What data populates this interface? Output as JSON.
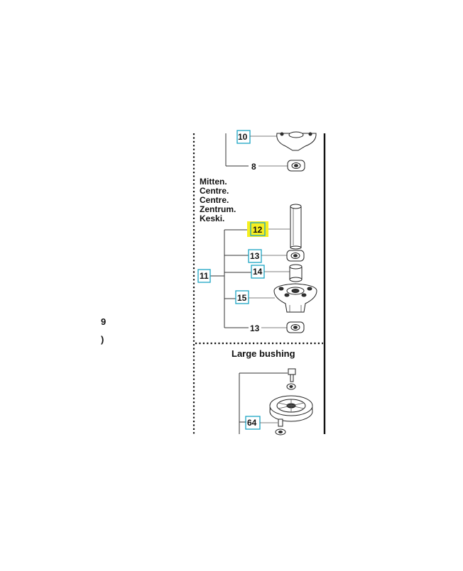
{
  "labels": {
    "ref_10": "10",
    "ref_8": "8",
    "ref_12": "12",
    "ref_13a": "13",
    "ref_14": "14",
    "ref_11": "11",
    "ref_15": "15",
    "ref_13b": "13",
    "ref_64": "64"
  },
  "centre_caption": [
    "Mitten.",
    "Centre.",
    "Centre.",
    "Zentrum.",
    "Keski."
  ],
  "large_bushing_title": "Large bushing",
  "left_fragments": [
    "9",
    ")"
  ],
  "colors": {
    "highlight": "#f7ef1e",
    "callout_box": "#1aa3c4"
  }
}
